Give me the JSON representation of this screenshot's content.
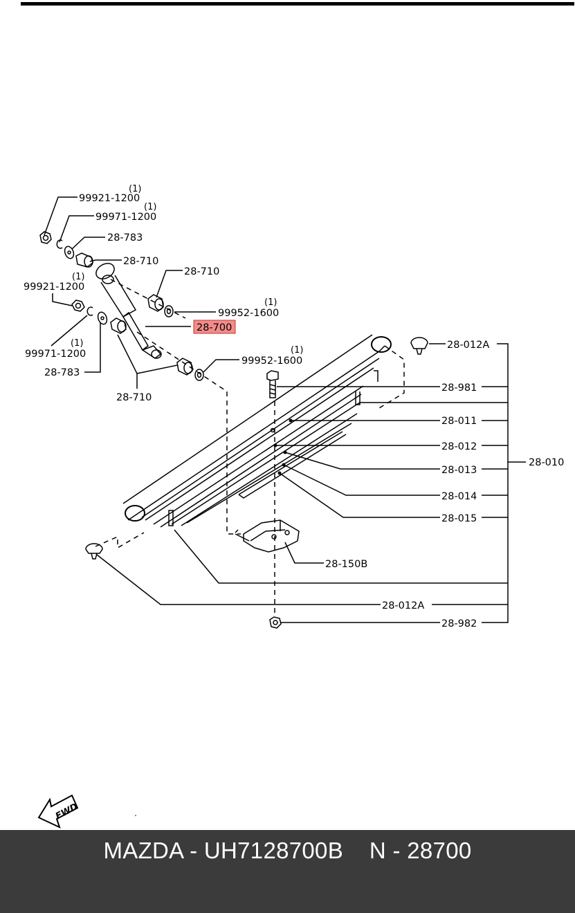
{
  "parts": {
    "p1": "99921-1200",
    "p2": "99971-1200",
    "p3": "28-783",
    "p4": "28-710",
    "p5": "28-710",
    "p6": "99921-1200",
    "p7": "99952-1600",
    "p8": "28-700",
    "p9": "99971-1200",
    "p10": "28-783",
    "p11": "28-710",
    "p12": "99952-1600",
    "p13": "28-012A",
    "p14": "28-981",
    "p15": "28-011",
    "p16": "28-012",
    "p17": "28-013",
    "p18": "28-014",
    "p19": "28-015",
    "p20": "28-010",
    "p21": "28-150B",
    "p22": "28-012A",
    "p23": "28-982"
  },
  "qty": "(1)",
  "fwd_label": "FWD",
  "highlight_color": "#f28b8b",
  "footer": {
    "text": "MAZDA - UH7128700B    N - 28700"
  }
}
